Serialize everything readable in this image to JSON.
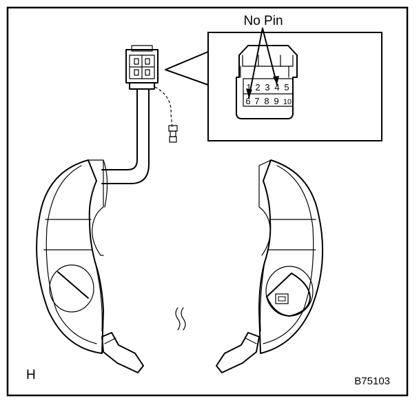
{
  "callout": {
    "title": "No Pin",
    "pins_top": [
      "1",
      "2",
      "3",
      "4",
      "5"
    ],
    "pins_bottom": [
      "6",
      "7",
      "8",
      "9",
      "10"
    ]
  },
  "corner_label": "H",
  "figure_id": "B75103",
  "colors": {
    "ink": "#000000",
    "paper": "#ffffff"
  }
}
